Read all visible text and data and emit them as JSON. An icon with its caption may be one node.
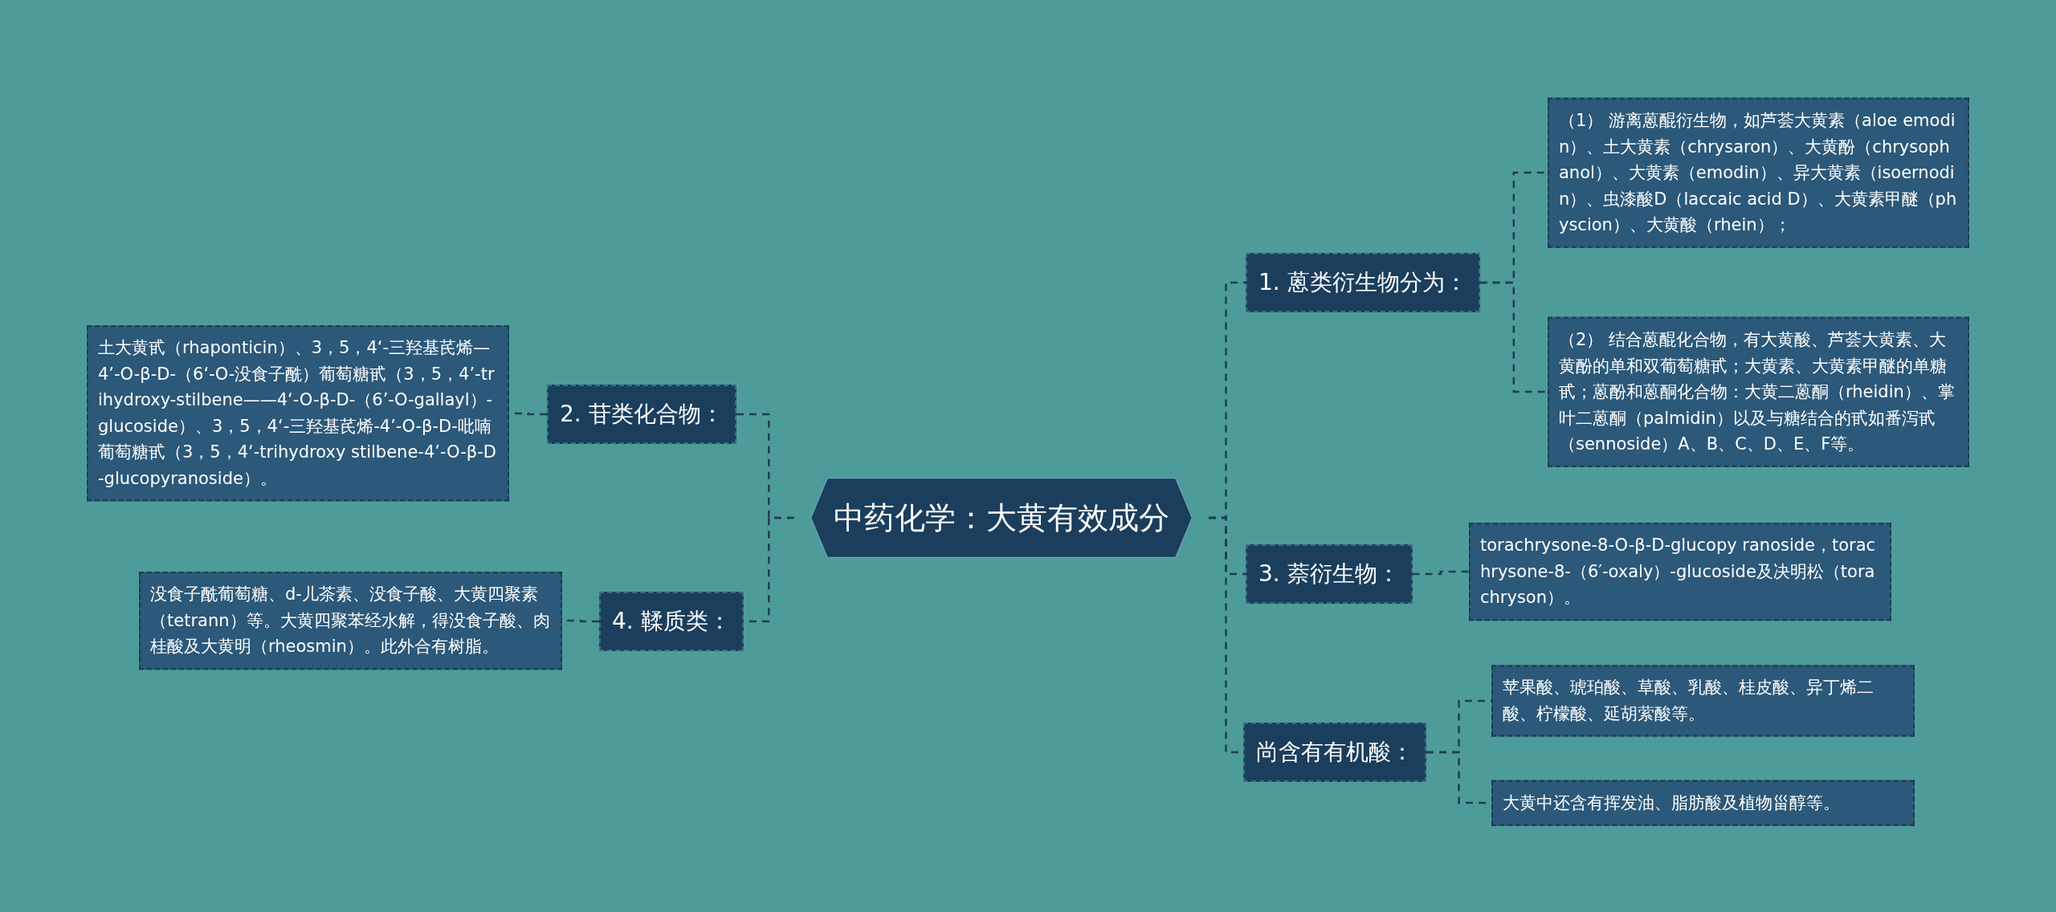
{
  "diagram": {
    "nodes": [
      {
        "text": [
          "中药化学：大黄有效成分"
        ]
      },
      {
        "text": [
          "1. 蒽类衍生物分为："
        ]
      },
      {
        "text": [
          "（1） 游离蒽醌衍生物，如芦荟大黄素（aloe emodin）、土大黄素（chrysaron）、大黄酚（chrysophanol）、大黄素（emodin）、异大黄素（isoernodin）、虫漆酸D（laccaic acid D）、大黄素甲醚（physcion）、大黄酸（rhein）；"
        ]
      },
      {
        "text": [
          "（2） 结合蒽醌化合物，有大黄酸、芦荟大黄素、大黄酚的单和双葡萄糖甙；大黄素、大黄素甲醚的单糖甙；蒽酚和蒽酮化合物：大黄二蒽酮（rheidin）、掌叶二蒽酮（palmidin）以及与糖结合的甙如番泻甙（sennoside）A、B、C、D、E、F等。"
        ]
      },
      {
        "text": [
          "3. 萘衍生物："
        ]
      },
      {
        "text": [
          "torachrysone-8-O-β-D-glucopy ranoside，torachrysone-8-（6′-oxaly）-glucoside及决明松（torachryson）。"
        ]
      },
      {
        "text": [
          "尚含有有机酸："
        ]
      },
      {
        "text": [
          "苹果酸、琥珀酸、草酸、乳酸、桂皮酸、异丁烯二酸、柠檬酸、延胡萦酸等。"
        ]
      },
      {
        "text": [
          "大黄中还含有挥发油、脂肪酸及植物甾醇等。"
        ]
      },
      {
        "text": [
          "2. 苷类化合物："
        ]
      },
      {
        "text": [
          "土大黄甙（rhaponticin）、3，5，4‘-三羟基芪烯—4’-O-β-D-（6‘-O-没食子酰）葡萄糖甙（3，5，4’-trihydroxy-stilbene——4‘-O-β-D-（6’-O-gallayl）-glucoside）、3，5，4‘-三羟基芪烯-4’-O-β-D-吡喃葡萄糖甙（3，5，4‘-trihydroxy stilbene-4’-O-β-D-glucopyranoside）。"
        ]
      },
      {
        "text": [
          "4. 鞣质类："
        ]
      },
      {
        "text": [
          "没食子酰葡萄糖、d-儿茶素、没食子酸、大黄四聚素（tetrann）等。大黄四聚苯经水解，得没食子酸、肉桂酸及大黄明（rheosmin）。此外合有树脂。"
        ]
      }
    ],
    "edges": [
      {
        "from": 0,
        "to": 1,
        "arrow": "none"
      },
      {
        "from": 1,
        "to": 2,
        "arrow": "none"
      },
      {
        "from": 1,
        "to": 3,
        "arrow": "none"
      },
      {
        "from": 0,
        "to": 4,
        "arrow": "none"
      },
      {
        "from": 4,
        "to": 5,
        "arrow": "none"
      },
      {
        "from": 0,
        "to": 6,
        "arrow": "none"
      },
      {
        "from": 6,
        "to": 7,
        "arrow": "none"
      },
      {
        "from": 6,
        "to": 8,
        "arrow": "none"
      },
      {
        "from": 0,
        "to": 9,
        "arrow": "none"
      },
      {
        "from": 9,
        "to": 10,
        "arrow": "none"
      },
      {
        "from": 0,
        "to": 11,
        "arrow": "none"
      },
      {
        "from": 11,
        "to": 12,
        "arrow": "none"
      }
    ]
  }
}
